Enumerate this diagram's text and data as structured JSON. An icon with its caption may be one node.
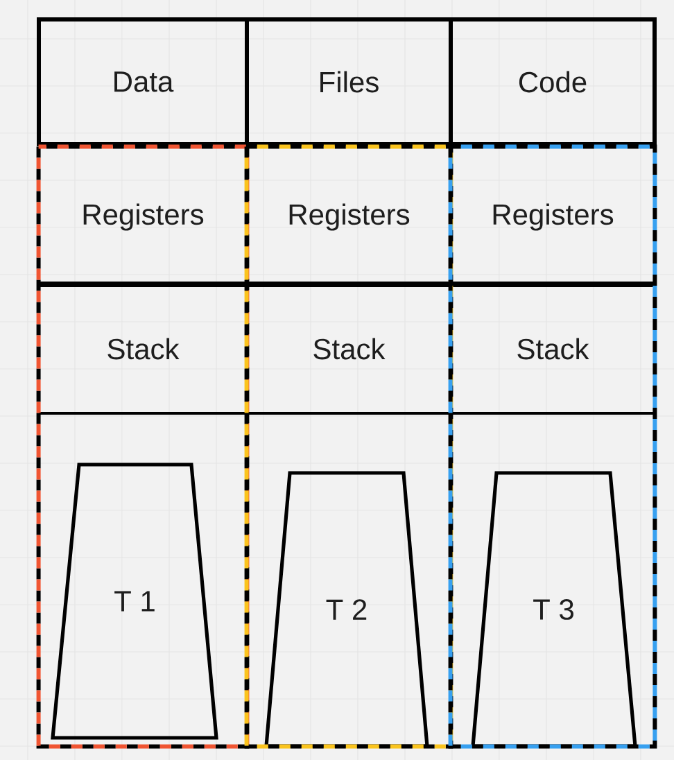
{
  "diagram": {
    "nodes": [
      {
        "text": [
          "Data"
        ]
      },
      {
        "text": [
          "Files"
        ]
      },
      {
        "text": [
          "Code"
        ]
      },
      {
        "text": [],
        "shape": "box"
      },
      {
        "text": [
          "Registers"
        ],
        "in": 3
      },
      {
        "text": [
          "Stack"
        ],
        "in": 3
      },
      {
        "text": [
          "T 1"
        ],
        "in": 3
      },
      {
        "text": [],
        "shape": "box"
      },
      {
        "text": [
          "Registers"
        ],
        "in": 7
      },
      {
        "text": [
          "Stack"
        ],
        "in": 7
      },
      {
        "text": [
          "T 2"
        ],
        "in": 7
      },
      {
        "text": [],
        "shape": "box"
      },
      {
        "text": [
          "Registers"
        ],
        "in": 11
      },
      {
        "text": [
          "Stack"
        ],
        "in": 11
      },
      {
        "text": [
          "T 3"
        ],
        "in": 11
      }
    ]
  }
}
